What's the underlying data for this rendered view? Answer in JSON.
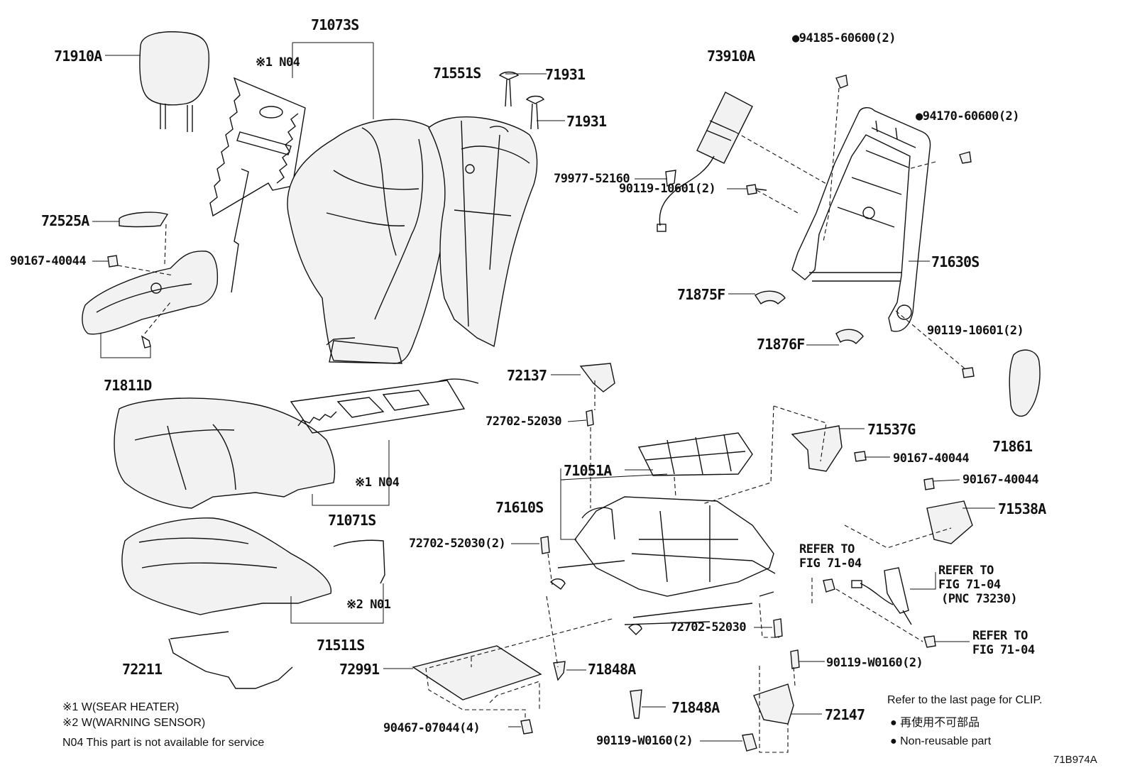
{
  "labels": {
    "p71910A": "71910A",
    "p71073S": "71073S",
    "n1_top": "※1 N04",
    "p71551S": "71551S",
    "p71931_a": "71931",
    "p71931_b": "71931",
    "p73910A": "73910A",
    "p94185": "●94185-60600(2)",
    "p94170": "●94170-60600(2)",
    "p79977": "79977-52160",
    "p72525A": "72525A",
    "p90167_a": "90167-40044",
    "p90119_a": "90119-10601(2)",
    "p71630S": "71630S",
    "p71875F": "71875F",
    "p71876F": "71876F",
    "p90119_b": "90119-10601(2)",
    "p71811D": "71811D",
    "p72137": "72137",
    "p72702_a": "72702-52030",
    "p71537G": "71537G",
    "p90167_b": "90167-40044",
    "p71861": "71861",
    "p90167_c": "90167-40044",
    "p71051A": "71051A",
    "n1_mid": "※1 N04",
    "p71610S": "71610S",
    "p71538A": "71538A",
    "p71071S": "71071S",
    "p72702_b": "72702-52030(2)",
    "refer1_a": "REFER TO",
    "refer1_b": "FIG 71-04",
    "refer2_a": "REFER TO",
    "refer2_b": "FIG 71-04",
    "refer2_c": "(PNC 73230)",
    "n2": "※2 N01",
    "p71511S": "71511S",
    "p72702_c": "72702-52030",
    "refer3_a": "REFER TO",
    "refer3_b": "FIG 71-04",
    "p72211": "72211",
    "p72991": "72991",
    "p71848A_a": "71848A",
    "p90119W_a": "90119-W0160(2)",
    "p71848A_b": "71848A",
    "p72147": "72147",
    "p90467": "90467-07044(4)",
    "p90119W_b": "90119-W0160(2)"
  },
  "notes": {
    "clip": "Refer to the last page for CLIP.",
    "legend_jp": "● 再使用不可部品",
    "legend_en": "● Non-reusable part",
    "foot1": "※1 W(SEAR HEATER)",
    "foot2": "※2 W(WARNING SENSOR)",
    "foot3": "N04  This part is not available for service",
    "figure_code": "71B974A"
  }
}
